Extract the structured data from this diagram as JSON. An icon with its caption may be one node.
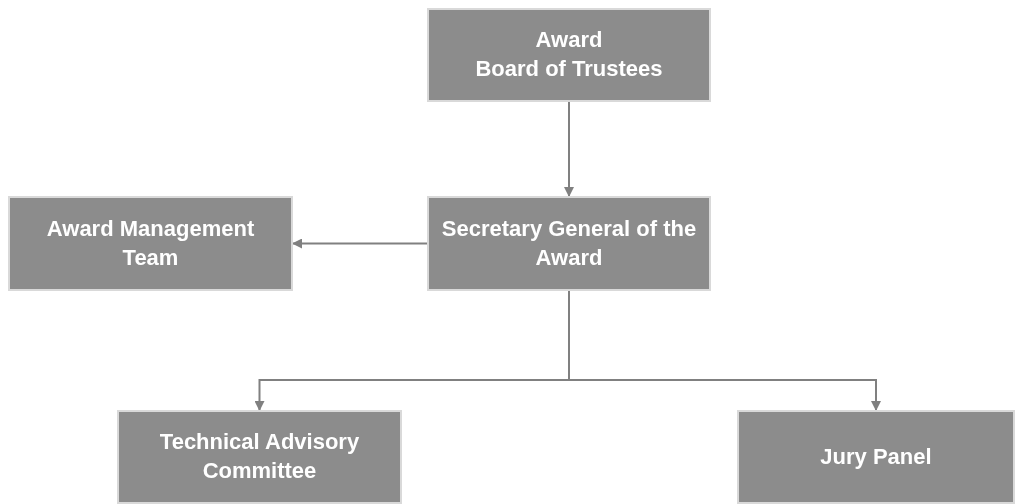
{
  "diagram": {
    "nodes": [
      {
        "text": [
          "Award",
          "Board of Trustees"
        ]
      },
      {
        "text": [
          "Secretary General of the Award"
        ]
      },
      {
        "text": [
          "Award Management Team"
        ]
      },
      {
        "text": [
          "Technical Advisory Committee"
        ]
      },
      {
        "text": [
          "Jury Panel"
        ]
      }
    ],
    "edges": [
      {
        "from": 0,
        "to": 1,
        "arrow": "to"
      },
      {
        "from": 1,
        "to": 2,
        "arrow": "to"
      },
      {
        "from": 1,
        "to": 3,
        "arrow": "to"
      },
      {
        "from": 1,
        "to": 4,
        "arrow": "to"
      }
    ]
  }
}
